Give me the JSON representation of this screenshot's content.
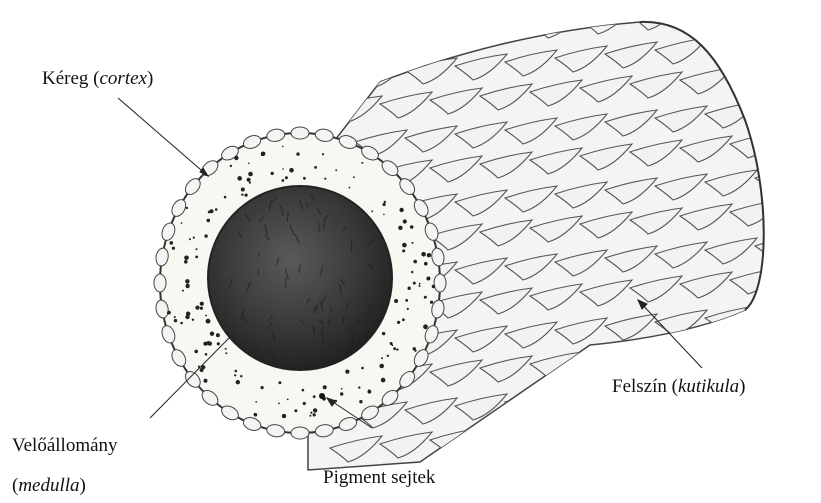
{
  "labels": {
    "cortex": {
      "text": "Kéreg (",
      "italic": "cortex",
      "close": ")"
    },
    "cuticle": {
      "text": "Felszín  (",
      "italic": "kutikula",
      "close": ")"
    },
    "medulla": {
      "line1": "Velőállomány",
      "open": "(",
      "italic": "medulla",
      "close": ")"
    },
    "pigment": {
      "text": "Pigment sejtek"
    }
  },
  "colors": {
    "ink": "#222222",
    "cortex_fill": "#f8f7f2",
    "medulla_fill": "#3a3a3a",
    "scale_fill": "#f2f2f2",
    "scale_stroke": "#555555"
  }
}
